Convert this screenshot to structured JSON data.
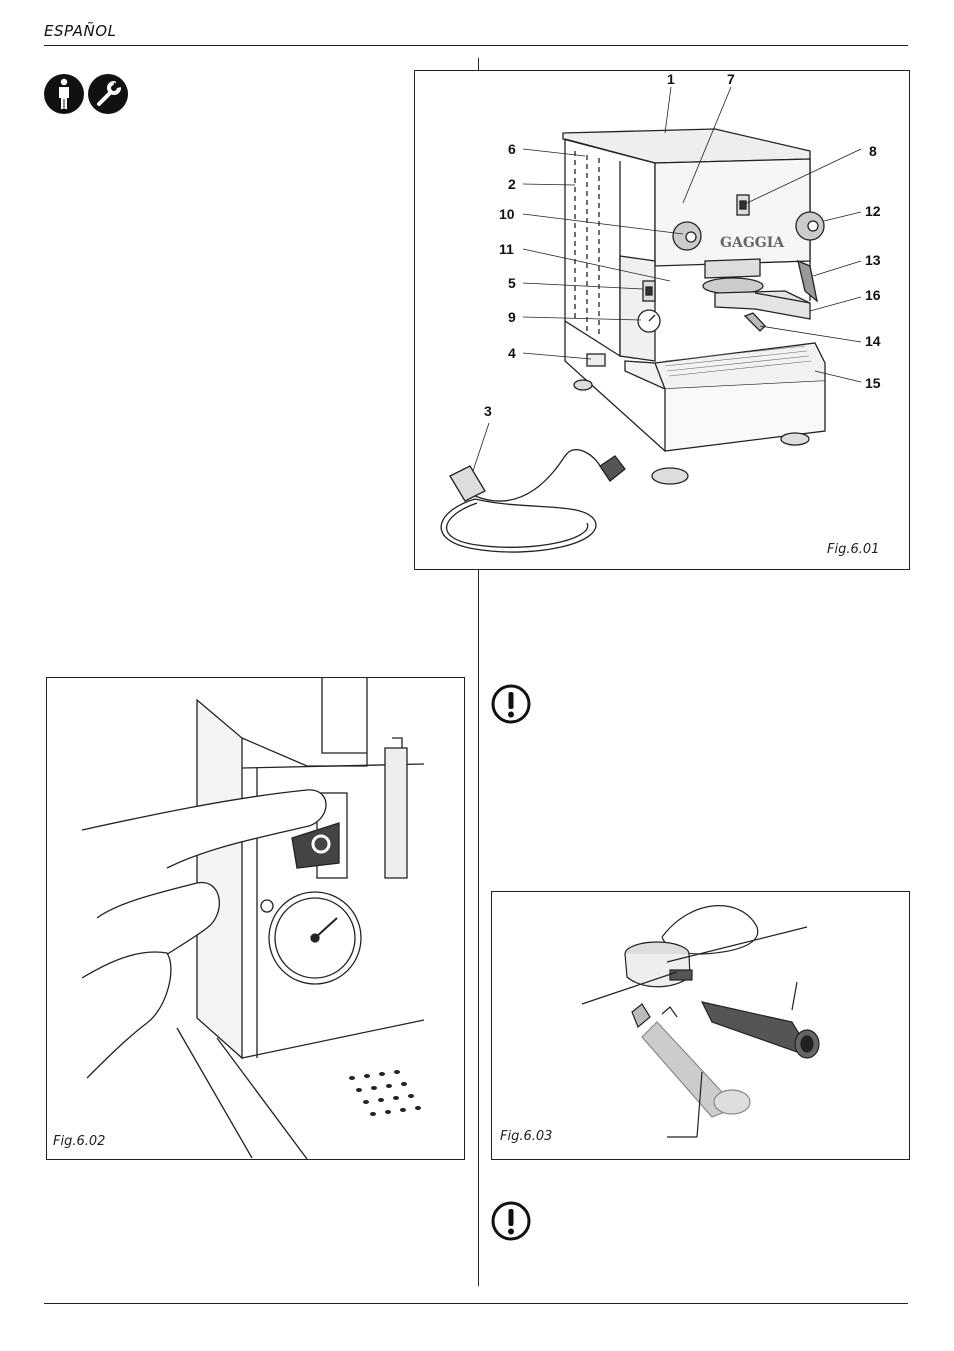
{
  "header": {
    "language": "ESPAÑOL"
  },
  "icons": {
    "user": "person-icon",
    "service": "wrench-icon",
    "warning": "exclamation-icon"
  },
  "fig1": {
    "caption": "Fig.6.01",
    "callouts": [
      "1",
      "7",
      "6",
      "8",
      "2",
      "10",
      "12",
      "11",
      "13",
      "5",
      "16",
      "9",
      "14",
      "4",
      "15",
      "3"
    ],
    "brand": "GAGGIA"
  },
  "fig2": {
    "caption": "Fig.6.02"
  },
  "fig3": {
    "caption": "Fig.6.03"
  }
}
